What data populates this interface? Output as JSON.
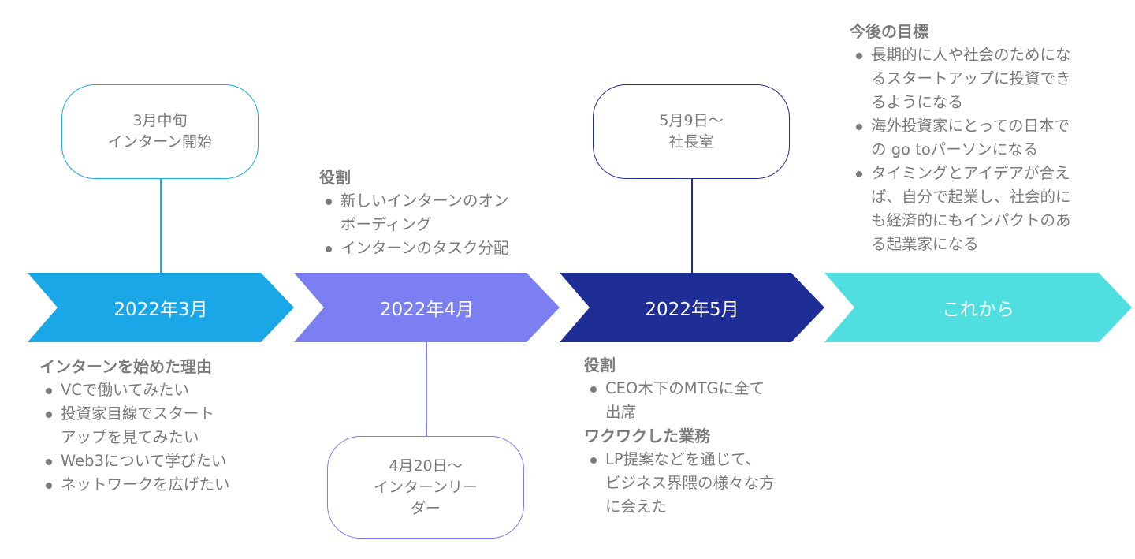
{
  "colors": {
    "mar": "#1AA7E8",
    "apr": "#7B7FF2",
    "may": "#1F2D96",
    "future": "#4FDFE0"
  },
  "stages": [
    {
      "label": "2022年3月"
    },
    {
      "label": "2022年4月"
    },
    {
      "label": "2022年5月"
    },
    {
      "label": "これから"
    }
  ],
  "milestones": [
    {
      "text": "3月中旬\nインターン開始"
    },
    {
      "text": "4月20日～\nインターンリー\nダー"
    },
    {
      "text": "5月9日～\n社長室"
    }
  ],
  "blocks": {
    "mar": {
      "heading": "インターンを始めた理由",
      "items": [
        "VCで働いてみたい",
        "投資家目線でスタート\nアップを見てみたい",
        "Web3について学びたい",
        "ネットワークを広げたい"
      ]
    },
    "apr": {
      "heading": "役割",
      "items": [
        "新しいインターンのオン\nボーディング",
        "インターンのタスク分配"
      ]
    },
    "may": {
      "heading": "役割",
      "items": [
        "CEO木下のMTGに全て\n出席"
      ],
      "heading2": "ワクワクした業務",
      "items2": [
        "LP提案などを通じて、\nビジネス界隈の様々な方\nに会えた"
      ]
    },
    "future": {
      "heading": "今後の目標",
      "items": [
        "長期的に人や社会のためにな\nるスタートアップに投資でき\nるようになる",
        "海外投資家にとっての日本で\nの go toパーソンになる",
        "タイミングとアイデアが合え\nば、自分で起業し、社会的に\nも経済的にもインパクトのあ\nる起業家になる"
      ]
    }
  }
}
